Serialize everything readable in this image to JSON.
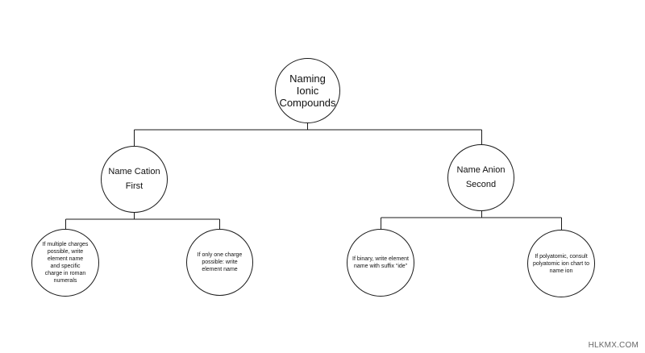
{
  "root": {
    "lines": [
      "Naming",
      "Ionic",
      "Compounds"
    ]
  },
  "cation": {
    "lines": [
      "Name Cation",
      "First"
    ]
  },
  "anion": {
    "lines": [
      "Name Anion",
      "Second"
    ]
  },
  "leaves": [
    {
      "lines": [
        "If multiple charges",
        "possible, write",
        "element name",
        "and specific",
        "charge in roman",
        "numerals"
      ]
    },
    {
      "lines": [
        "If only one charge",
        "possible: write",
        "element name"
      ]
    },
    {
      "lines": [
        "If binary, write element",
        "name with suffix “ide”"
      ]
    },
    {
      "lines": [
        "If polyatomic, consult",
        "polyatomic ion chart to",
        "name ion"
      ]
    }
  ],
  "watermark": "HLKMX.COM",
  "colors": {
    "line": "#1a1a1a",
    "background": "#ffffff"
  }
}
